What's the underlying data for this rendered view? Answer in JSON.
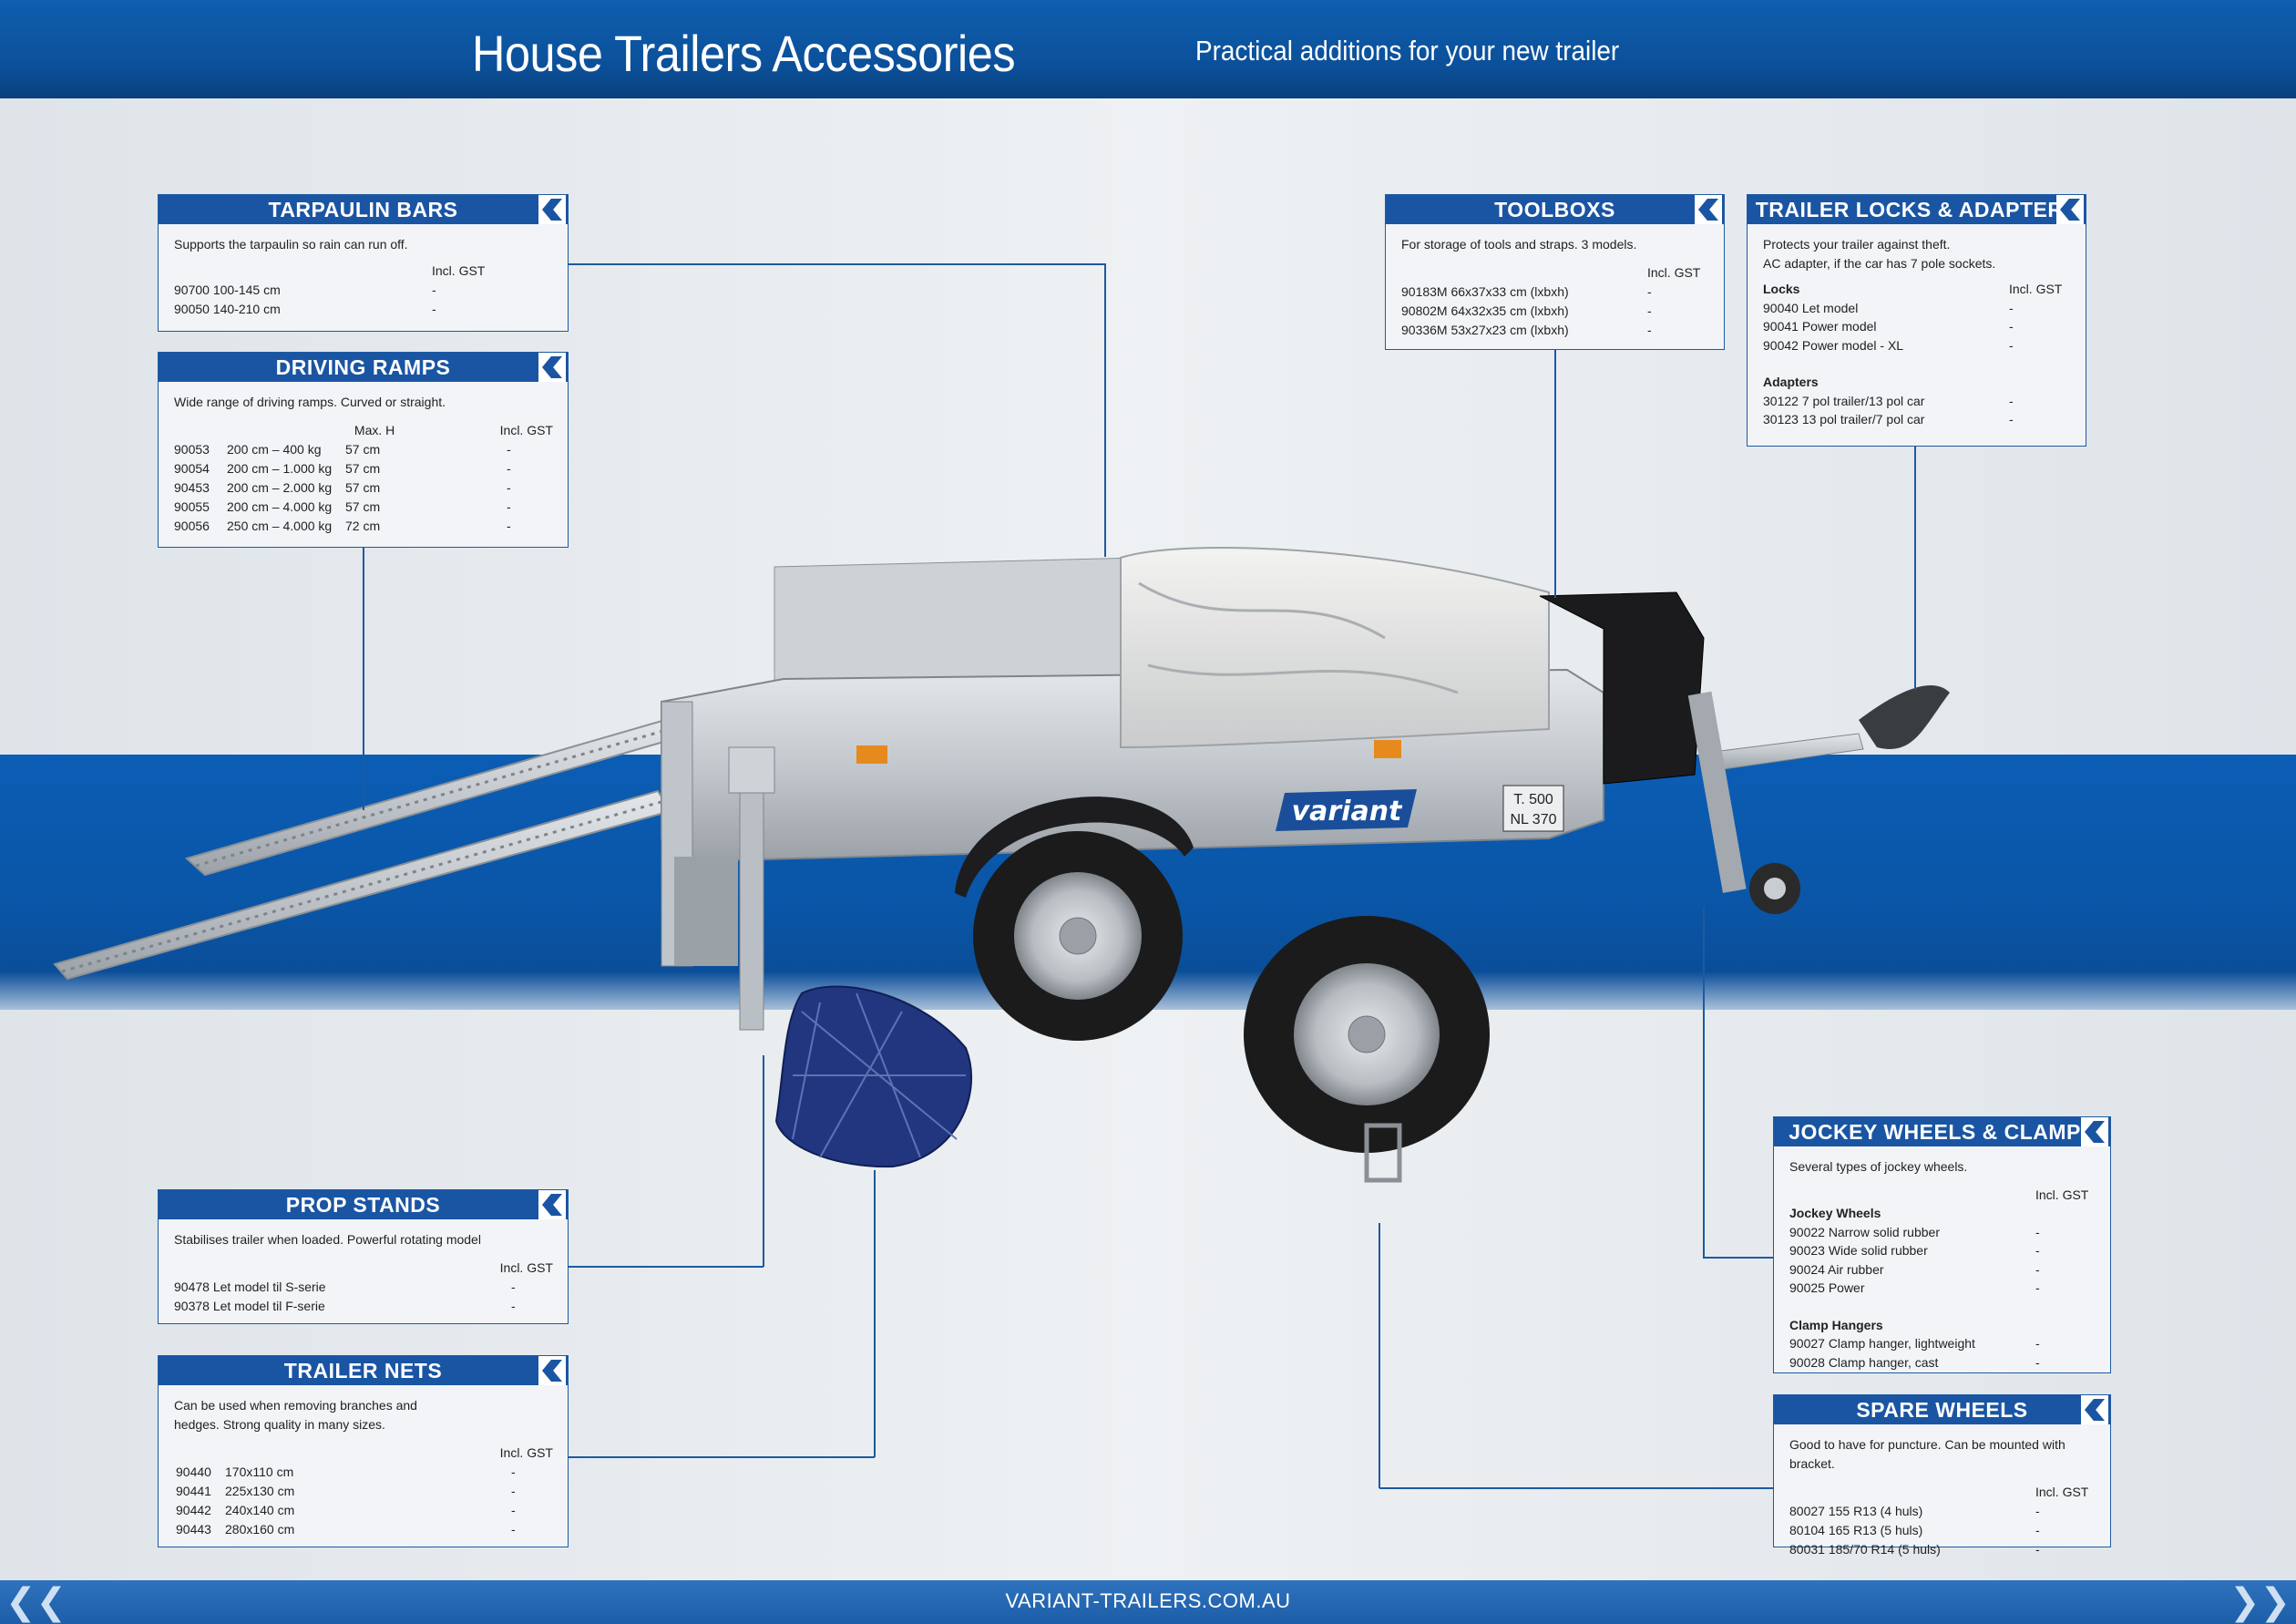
{
  "header": {
    "title": "House Trailers Accessories",
    "subtitle": "Practical additions for your new trailer"
  },
  "footer": {
    "url": "VARIANT-TRAILERS.COM.AU"
  },
  "trailer": {
    "brand": "variant",
    "plate_line1": "T. 500",
    "plate_line2": "NL 370"
  },
  "panels": {
    "tarpaulin": {
      "title": "TARPAULIN BARS",
      "desc": "Supports the tarpaulin so rain can run off.",
      "col": "Incl. GST",
      "items": [
        {
          "name": "90700 100-145 cm",
          "price": "-"
        },
        {
          "name": "90050 140-210 cm",
          "price": "-"
        }
      ]
    },
    "ramps": {
      "title": "DRIVING RAMPS",
      "desc": "Wide range of driving ramps. Curved or straight.",
      "col_h": "Max. H",
      "col": "Incl. GST",
      "items": [
        {
          "code": "90053",
          "spec": "200 cm – 400 kg",
          "h": "57 cm",
          "price": "-"
        },
        {
          "code": "90054",
          "spec": "200 cm – 1.000 kg",
          "h": "57 cm",
          "price": "-"
        },
        {
          "code": "90453",
          "spec": "200 cm – 2.000 kg",
          "h": "57 cm",
          "price": "-"
        },
        {
          "code": "90055",
          "spec": "200 cm – 4.000 kg",
          "h": "57 cm",
          "price": "-"
        },
        {
          "code": "90056",
          "spec": "250 cm – 4.000 kg",
          "h": "72 cm",
          "price": "-"
        }
      ]
    },
    "toolbox": {
      "title": "TOOLBOXS",
      "desc": "For storage of tools and straps. 3 models.",
      "col": "Incl. GST",
      "items": [
        {
          "name": "90183M 66x37x33 cm (lxbxh)",
          "price": "-"
        },
        {
          "name": "90802M 64x32x35 cm (lxbxh)",
          "price": "-"
        },
        {
          "name": "90336M 53x27x23 cm (lxbxh)",
          "price": "-"
        }
      ]
    },
    "locks": {
      "title": "TRAILER LOCKS & ADAPTERS",
      "desc1": "Protects your trailer against theft.",
      "desc2": "AC adapter, if the car has 7 pole sockets.",
      "col": "Incl. GST",
      "locks_heading": "Locks",
      "locks": [
        {
          "name": "90040 Let model",
          "price": "-"
        },
        {
          "name": "90041 Power model",
          "price": "-"
        },
        {
          "name": "90042 Power model - XL",
          "price": "-"
        }
      ],
      "adapters_heading": "Adapters",
      "adapters": [
        {
          "name": "30122 7 pol trailer/13 pol car",
          "price": "-"
        },
        {
          "name": "30123 13 pol trailer/7 pol car",
          "price": "-"
        }
      ]
    },
    "prop": {
      "title": "PROP STANDS",
      "desc": "Stabilises trailer when loaded. Powerful rotating model",
      "col": "Incl. GST",
      "items": [
        {
          "name": "90478 Let model til S-serie",
          "price": "-"
        },
        {
          "name": "90378 Let model til F-serie",
          "price": "-"
        }
      ]
    },
    "nets": {
      "title": "TRAILER NETS",
      "desc1": "Can be used when removing branches and",
      "desc2": "hedges. Strong quality in many sizes.",
      "col": "Incl. GST",
      "items": [
        {
          "code": "90440",
          "size": "170x110 cm",
          "price": "-"
        },
        {
          "code": "90441",
          "size": "225x130 cm",
          "price": "-"
        },
        {
          "code": "90442",
          "size": "240x140 cm",
          "price": "-"
        },
        {
          "code": "90443",
          "size": "280x160 cm",
          "price": "-"
        }
      ]
    },
    "jockey": {
      "title": "JOCKEY WHEELS & CLAMPS",
      "desc": "Several types of jockey wheels.",
      "col": "Incl. GST",
      "wheels_heading": "Jockey Wheels",
      "wheels": [
        {
          "name": "90022 Narrow solid rubber",
          "price": "-"
        },
        {
          "name": "90023 Wide solid rubber",
          "price": "-"
        },
        {
          "name": "90024 Air rubber",
          "price": "-"
        },
        {
          "name": "90025 Power",
          "price": "-"
        }
      ],
      "clamps_heading": "Clamp Hangers",
      "clamps": [
        {
          "name": "90027 Clamp hanger, lightweight",
          "price": "-"
        },
        {
          "name": "90028 Clamp hanger, cast",
          "price": "-"
        }
      ]
    },
    "spare": {
      "title": "SPARE WHEELS",
      "desc": "Good to have for puncture. Can be mounted with bracket.",
      "col": "Incl. GST",
      "items": [
        {
          "name": "80027 155 R13 (4 huls)",
          "price": "-"
        },
        {
          "name": "80104 165 R13 (5 huls)",
          "price": "-"
        },
        {
          "name": "80031 185/70 R14 (5 huls)",
          "price": "-"
        }
      ]
    }
  }
}
